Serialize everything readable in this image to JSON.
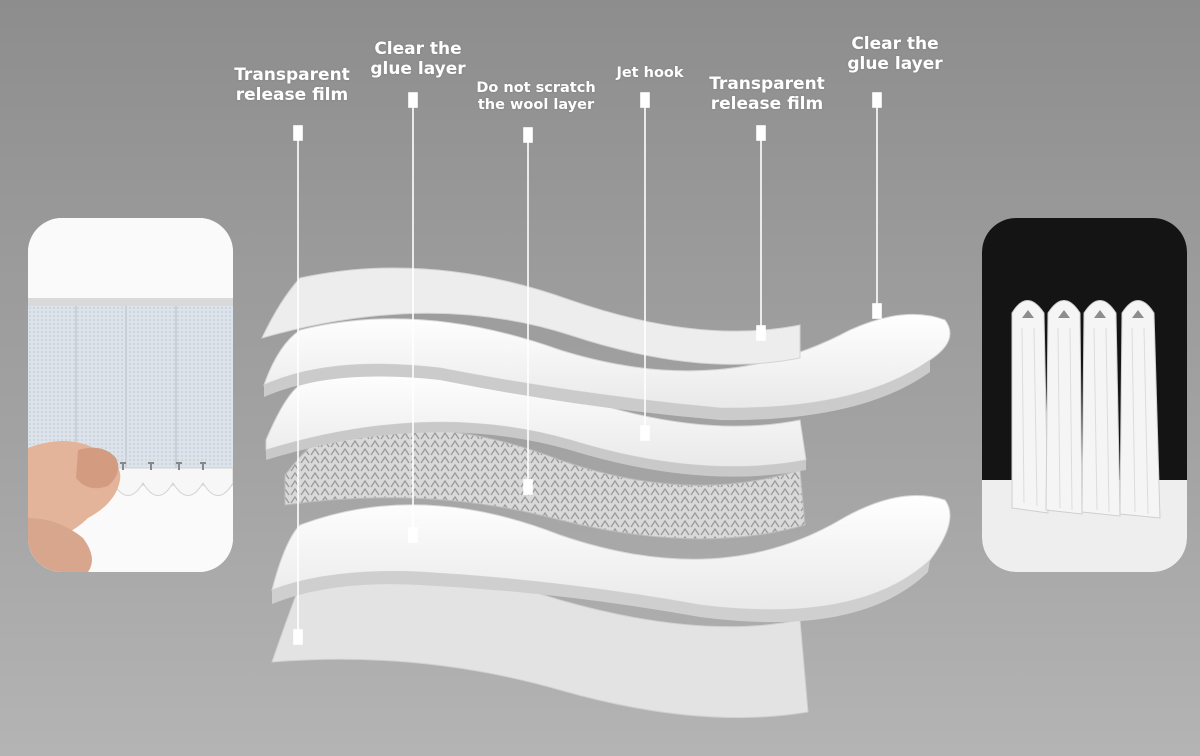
{
  "labels": [
    {
      "id": "transparent-release-film-left",
      "line1": "Transparent",
      "line2": "release film"
    },
    {
      "id": "clear-glue-layer-left",
      "line1": "Clear the",
      "line2": "glue layer"
    },
    {
      "id": "do-not-scratch-wool-layer",
      "line1": "Do not scratch",
      "line2": "the wool layer"
    },
    {
      "id": "jet-hook",
      "line1": "Jet hook",
      "line2": ""
    },
    {
      "id": "transparent-release-film-right",
      "line1": "Transparent",
      "line2": "release film"
    },
    {
      "id": "clear-glue-layer-right",
      "line1": "Clear the",
      "line2": "glue layer"
    }
  ],
  "colors": {
    "background_top": "#8d8d8d",
    "background_bottom": "#b4b4b4",
    "layer_white": "#f4f4f4",
    "label_text": "#ffffff"
  },
  "images": {
    "left_photo": "hand holding white adhesive strip",
    "right_photo": "white adhesive strips standing on table"
  }
}
